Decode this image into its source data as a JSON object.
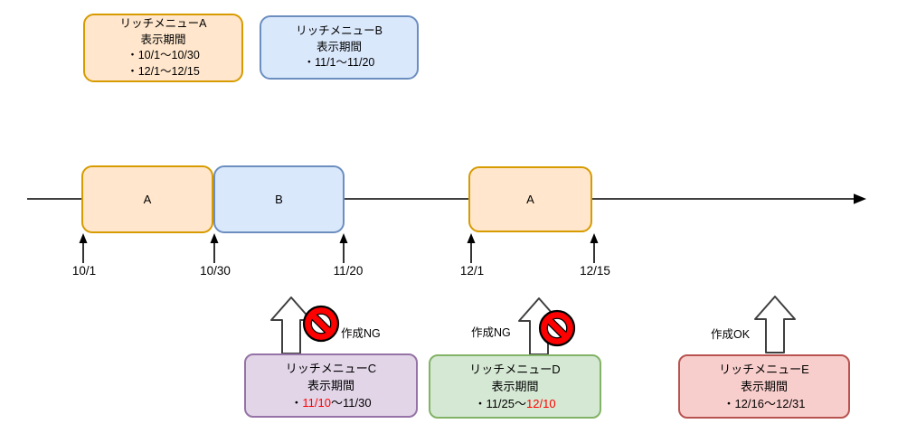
{
  "legend_boxes": [
    {
      "title": "リッチメニューA",
      "subtitle": "表示期間",
      "periods": [
        "・10/1～10/30",
        "・12/1～12/15"
      ]
    },
    {
      "title": "リッチメニューB",
      "subtitle": "表示期間",
      "periods": [
        "・11/1～11/20"
      ]
    }
  ],
  "timeline": {
    "segments": [
      {
        "label": "A"
      },
      {
        "label": "B"
      },
      {
        "label": "A"
      }
    ],
    "ticks": [
      "10/1",
      "10/30",
      "11/20",
      "12/1",
      "12/15"
    ]
  },
  "annotations": [
    {
      "label": "作成NG",
      "prohibited": true
    },
    {
      "label": "作成NG",
      "prohibited": true
    },
    {
      "label": "作成OK",
      "prohibited": false
    }
  ],
  "menu_boxes": [
    {
      "title": "リッチメニューC",
      "subtitle": "表示期間",
      "period": [
        {
          "text": "・",
          "color": "#000000"
        },
        {
          "text": "11/10",
          "color": "#FF0000"
        },
        {
          "text": "～11/30",
          "color": "#000000"
        }
      ]
    },
    {
      "title": "リッチメニューD",
      "subtitle": "表示期間",
      "period": [
        {
          "text": "・11/25～",
          "color": "#000000"
        },
        {
          "text": "12/10",
          "color": "#FF0000"
        }
      ]
    },
    {
      "title": "リッチメニューE",
      "subtitle": "表示期間",
      "period": [
        {
          "text": "・12/16～12/31",
          "color": "#000000"
        }
      ]
    }
  ],
  "colors": {
    "orange_fill": "#FFE6CC",
    "orange_stroke": "#D79B00",
    "blue_fill": "#DAE8FC",
    "blue_stroke": "#6C8EBF",
    "purple_fill": "#E1D5E7",
    "purple_stroke": "#9673A6",
    "green_fill": "#D5E8D4",
    "green_stroke": "#82B366",
    "pink_fill": "#F8CECC",
    "pink_stroke": "#B85450",
    "highlight_red": "#FF0000",
    "axis": "#000000"
  }
}
